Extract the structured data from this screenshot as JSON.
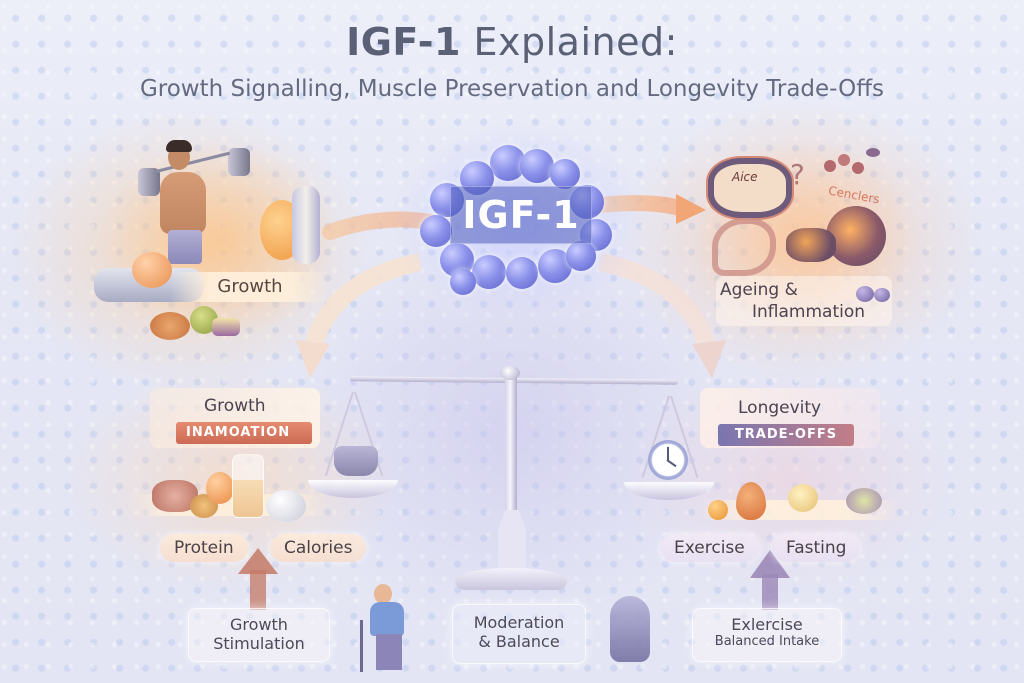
{
  "header": {
    "title_bold": "IGF-1",
    "title_rest": " Explained:",
    "subtitle": "Growth Signalling, Muscle Preservation and Longevity Trade-Offs"
  },
  "center": {
    "molecule_label": "IGF-1",
    "molecule_color": "#7a80de"
  },
  "top_left": {
    "label": "Growth",
    "icons": [
      "weightlifter-icon",
      "egg-icon",
      "bone-icon",
      "food-icon"
    ]
  },
  "top_right": {
    "label_line1": "Ageing &",
    "label_line2": "Inflammation",
    "cell_text": "Aice",
    "annotation": "Cenclers",
    "icons": [
      "cell-icon",
      "question-mark-icon",
      "cancer-cell-icon",
      "molecule-icon"
    ]
  },
  "scale": {
    "left_pan": {
      "title": "Growth",
      "badge": "INAMOATION",
      "badge_color": "#d9745c"
    },
    "right_pan": {
      "title": "Longevity",
      "badge": "TRADE-OFFS",
      "badge_color": "#8a6fa6"
    }
  },
  "bottom_left": {
    "pills": [
      "Protein",
      "Calories"
    ],
    "box_line1": "Growth",
    "box_line2": "Stimulation",
    "arrow_color": "#c47a66"
  },
  "bottom_center": {
    "box_line1": "Moderation",
    "box_line2": "& Balance"
  },
  "bottom_right": {
    "pills": [
      "Exercise",
      "Fasting"
    ],
    "box_line1": "Exlercise",
    "box_line2": "Balanced Intake",
    "arrow_color": "#9c88b8"
  },
  "colors": {
    "title_text": "#5a6076",
    "warm_accent": "#f3b07a",
    "cool_accent": "#a9a0d6"
  }
}
